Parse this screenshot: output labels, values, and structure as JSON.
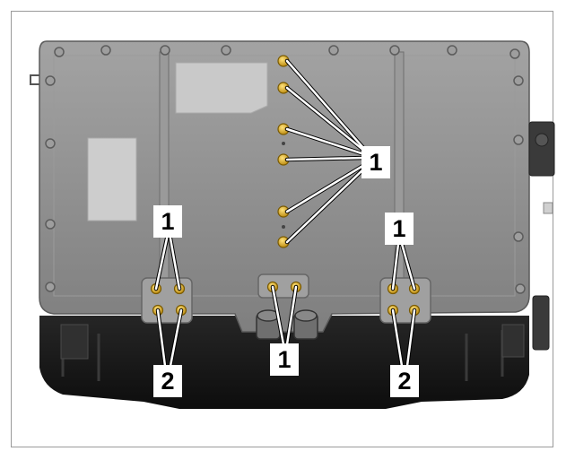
{
  "diagram": {
    "colors": {
      "housing_top": "#8c8c8c",
      "housing_lower": "#1a1a1a",
      "bolt": "#d9a520",
      "leader": "#ffffff",
      "frame_border": "#9a9a9a"
    },
    "callouts": [
      {
        "id": "c1-center",
        "text": "1"
      },
      {
        "id": "c1-left",
        "text": "1"
      },
      {
        "id": "c1-right",
        "text": "1"
      },
      {
        "id": "c1-bottom",
        "text": "1"
      },
      {
        "id": "c2-left",
        "text": "2"
      },
      {
        "id": "c2-right",
        "text": "2"
      }
    ]
  }
}
